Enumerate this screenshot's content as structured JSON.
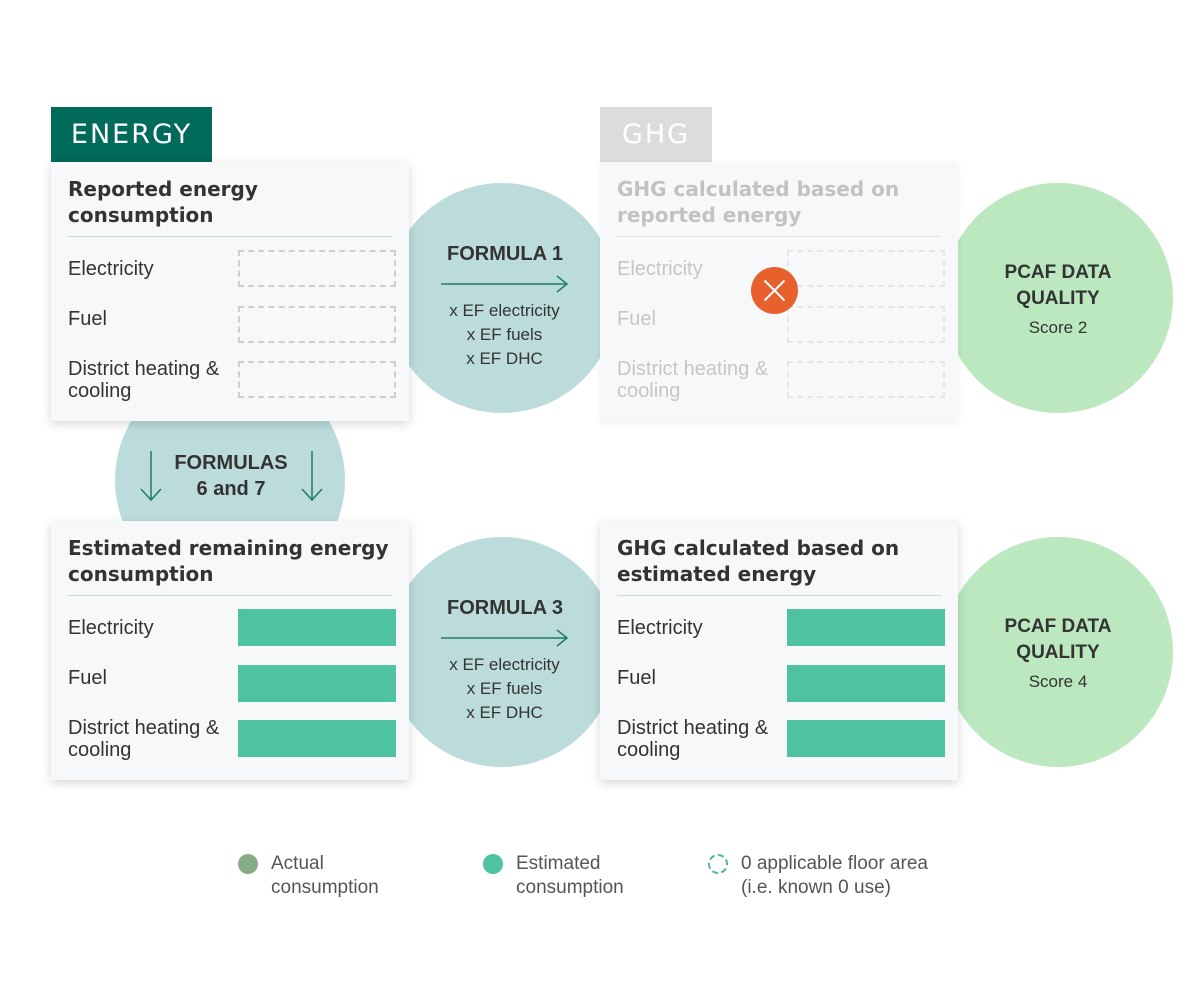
{
  "energy_tab": "ENERGY",
  "ghg_tab": "GHG",
  "reported_card": {
    "title": "Reported energy consumption",
    "rows": [
      "Electricity",
      "Fuel",
      "District heating & cooling"
    ]
  },
  "ghg_reported_card": {
    "title": "GHG calculated based on reported energy",
    "rows": [
      "Electricity",
      "Fuel",
      "District heating & cooling"
    ]
  },
  "estimated_card": {
    "title": "Estimated remaining energy consumption",
    "rows": [
      "Electricity",
      "Fuel",
      "District heating & cooling"
    ]
  },
  "ghg_estimated_card": {
    "title": "GHG calculated based on estimated energy",
    "rows": [
      "Electricity",
      "Fuel",
      "District heating & cooling"
    ]
  },
  "formula1": {
    "title": "FORMULA 1",
    "lines": [
      "x EF electricity",
      "x EF fuels",
      "x EF DHC"
    ]
  },
  "formula3": {
    "title": "FORMULA 3",
    "lines": [
      "x EF electricity",
      "x EF fuels",
      "x EF DHC"
    ]
  },
  "formulas67": {
    "line1": "FORMULAS",
    "line2": "6 and 7"
  },
  "pcaf_top": {
    "line1": "PCAF DATA",
    "line2": "QUALITY",
    "score": "Score 2"
  },
  "pcaf_bottom": {
    "line1": "PCAF DATA",
    "line2": "QUALITY",
    "score": "Score 4"
  },
  "legend": {
    "actual": {
      "line1": "Actual",
      "line2": "consumption"
    },
    "estimated": {
      "line1": "Estimated",
      "line2": "consumption"
    },
    "zero": {
      "line1": "0 applicable floor area",
      "line2": "(i.e. known 0 use)"
    }
  },
  "icons": {
    "blocked": "close-icon",
    "arrow_right": "arrow-right-icon",
    "arrow_down": "arrow-down-icon"
  },
  "colors": {
    "energy_tab": "#006a5b",
    "ghg_tab": "#dcdcdc",
    "formula_circle": "#bcdcdb",
    "pcaf_circle": "#bbe8bf",
    "estimated_fill": "#4fc3a0",
    "actual_dot": "#84ab84",
    "blocked_marker": "#e8602c"
  }
}
